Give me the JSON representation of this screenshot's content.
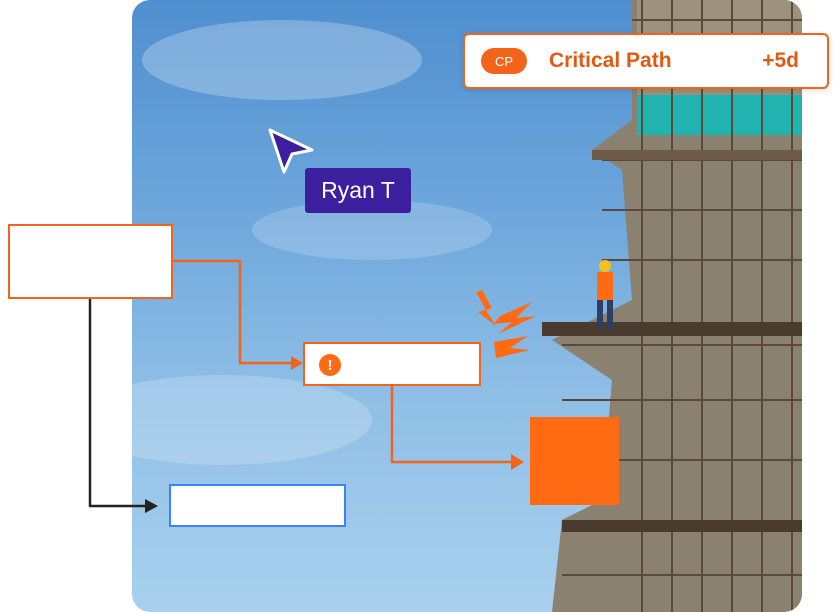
{
  "critical_path": {
    "badge": "CP",
    "label": "Critical Path",
    "delta": "+5d"
  },
  "collaborator": {
    "name": "Ryan T"
  },
  "colors": {
    "accent": "#f26419",
    "task_fill": "#ff6a13",
    "collaborator": "#3a1f9e",
    "selection": "#3b82f6"
  },
  "icons": {
    "warning": "exclamation-circle-icon",
    "cursor": "pointer-cursor-icon",
    "alert": "lightning-bolt-icon"
  }
}
